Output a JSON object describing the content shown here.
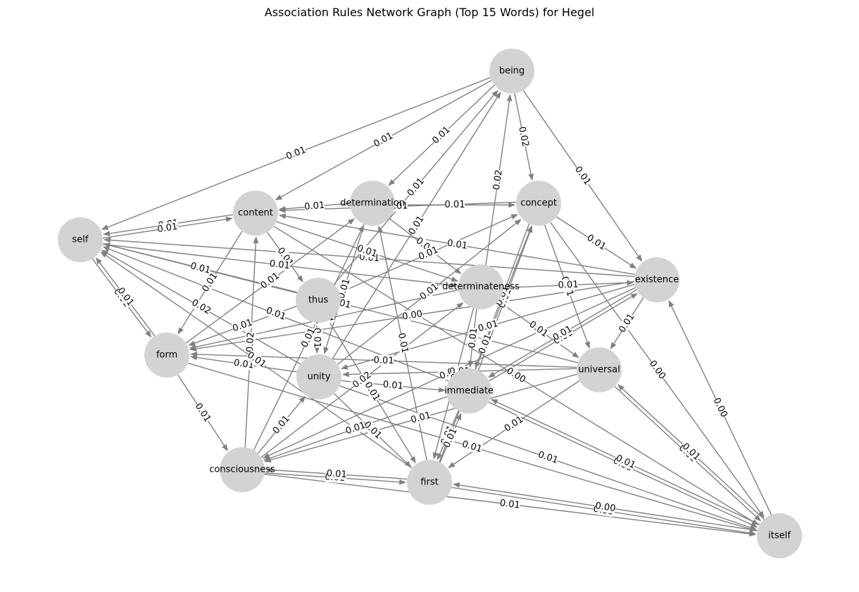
{
  "title": "Association Rules Network Graph (Top 15 Words) for Hegel",
  "colors": {
    "node": "#d3d3d3",
    "edge": "#808080",
    "text": "#000000"
  },
  "nodes": [
    {
      "id": "being",
      "label": "being"
    },
    {
      "id": "content",
      "label": "content"
    },
    {
      "id": "determination",
      "label": "determination"
    },
    {
      "id": "concept",
      "label": "concept"
    },
    {
      "id": "self",
      "label": "self"
    },
    {
      "id": "existence",
      "label": "existence"
    },
    {
      "id": "determinateness",
      "label": "determinateness"
    },
    {
      "id": "thus",
      "label": "thus"
    },
    {
      "id": "form",
      "label": "form"
    },
    {
      "id": "unity",
      "label": "unity"
    },
    {
      "id": "universal",
      "label": "universal"
    },
    {
      "id": "immediate",
      "label": "immediate"
    },
    {
      "id": "consciousness",
      "label": "consciousness"
    },
    {
      "id": "first",
      "label": "first"
    },
    {
      "id": "itself",
      "label": "itself"
    }
  ],
  "edges": [
    {
      "source": "being",
      "target": "self",
      "weight": "0.01"
    },
    {
      "source": "being",
      "target": "content",
      "weight": "0.01"
    },
    {
      "source": "being",
      "target": "determination",
      "weight": "0.01"
    },
    {
      "source": "being",
      "target": "concept",
      "weight": "0.02"
    },
    {
      "source": "being",
      "target": "existence",
      "weight": "0.01"
    },
    {
      "source": "determinateness",
      "target": "being",
      "weight": "0.02"
    },
    {
      "source": "thus",
      "target": "being",
      "weight": "0.01"
    },
    {
      "source": "unity",
      "target": "being",
      "weight": "0.01"
    },
    {
      "source": "itself",
      "target": "existence",
      "weight": "0.00"
    },
    {
      "source": "content",
      "target": "self",
      "weight": "0.01"
    },
    {
      "source": "self",
      "target": "content",
      "weight": "0.01"
    },
    {
      "source": "determination",
      "target": "content",
      "weight": "0.01"
    },
    {
      "source": "determination",
      "target": "concept",
      "weight": "0.01"
    },
    {
      "source": "concept",
      "target": "existence",
      "weight": "0.01"
    },
    {
      "source": "concept",
      "target": "universal",
      "weight": "0.01"
    },
    {
      "source": "self",
      "target": "form",
      "weight": "0.01"
    },
    {
      "source": "form",
      "target": "self",
      "weight": "0.01"
    },
    {
      "source": "unity",
      "target": "self",
      "weight": "0.02"
    },
    {
      "source": "immediate",
      "target": "self",
      "weight": "0.01"
    },
    {
      "source": "existence",
      "target": "self",
      "weight": "0.01"
    },
    {
      "source": "form",
      "target": "consciousness",
      "weight": "0.01"
    },
    {
      "source": "consciousness",
      "target": "first",
      "weight": "0.01"
    },
    {
      "source": "first",
      "target": "consciousness",
      "weight": "0.01"
    },
    {
      "source": "first",
      "target": "itself",
      "weight": "0.00"
    },
    {
      "source": "itself",
      "target": "first",
      "weight": "0.00"
    },
    {
      "source": "universal",
      "target": "itself",
      "weight": "0.00"
    },
    {
      "source": "itself",
      "target": "universal",
      "weight": "0.01"
    },
    {
      "source": "existence",
      "target": "universal",
      "weight": "0.01"
    },
    {
      "source": "concept",
      "target": "itself",
      "weight": "0.00"
    },
    {
      "source": "unity",
      "target": "itself",
      "weight": "0.01"
    },
    {
      "source": "form",
      "target": "itself",
      "weight": "0.01"
    },
    {
      "source": "content",
      "target": "itself",
      "weight": "0.00"
    },
    {
      "source": "immediate",
      "target": "existence",
      "weight": "0.01"
    },
    {
      "source": "unity",
      "target": "immediate",
      "weight": "0.01"
    },
    {
      "source": "thus",
      "target": "unity",
      "weight": "0.01"
    },
    {
      "source": "content",
      "target": "thus",
      "weight": "0.01"
    },
    {
      "source": "determination",
      "target": "determinateness",
      "weight": "0.01"
    },
    {
      "source": "consciousness",
      "target": "content",
      "weight": "0.02"
    },
    {
      "source": "consciousness",
      "target": "determination",
      "weight": "0.01"
    },
    {
      "source": "form",
      "target": "determination",
      "weight": "0.01"
    },
    {
      "source": "content",
      "target": "form",
      "weight": "0.01"
    },
    {
      "source": "thus",
      "target": "form",
      "weight": "0.01"
    },
    {
      "source": "unity",
      "target": "form",
      "weight": "0.01"
    },
    {
      "source": "universal",
      "target": "form",
      "weight": "0.01"
    },
    {
      "source": "immediate",
      "target": "first",
      "weight": "0.01"
    },
    {
      "source": "first",
      "target": "immediate",
      "weight": "0.01"
    },
    {
      "source": "unity",
      "target": "first",
      "weight": "0.01"
    },
    {
      "source": "thus",
      "target": "first",
      "weight": "0.01"
    },
    {
      "source": "universal",
      "target": "first",
      "weight": "0.01"
    },
    {
      "source": "determinateness",
      "target": "universal",
      "weight": "0.01"
    },
    {
      "source": "determinateness",
      "target": "existence",
      "weight": "0.01"
    },
    {
      "source": "content",
      "target": "determinateness",
      "weight": "0.01"
    },
    {
      "source": "self",
      "target": "determinateness",
      "weight": "0.01"
    },
    {
      "source": "thus",
      "target": "concept",
      "weight": "0.01"
    },
    {
      "source": "unity",
      "target": "concept",
      "weight": "0.01"
    },
    {
      "source": "immediate",
      "target": "concept",
      "weight": "0.01"
    },
    {
      "source": "consciousness",
      "target": "determinateness",
      "weight": "0.02"
    },
    {
      "source": "existence",
      "target": "consciousness",
      "weight": "0.01"
    },
    {
      "source": "universal",
      "target": "consciousness",
      "weight": "0.01"
    },
    {
      "source": "immediate",
      "target": "consciousness",
      "weight": "0.01"
    },
    {
      "source": "existence",
      "target": "form",
      "weight": "0.00"
    },
    {
      "source": "existence",
      "target": "unity",
      "weight": "0.01"
    },
    {
      "source": "universal",
      "target": "unity",
      "weight": "0.01"
    },
    {
      "source": "determination",
      "target": "unity",
      "weight": "0.01"
    },
    {
      "source": "determinateness",
      "target": "first",
      "weight": "0.02"
    },
    {
      "source": "immediate",
      "target": "itself",
      "weight": "0.00"
    },
    {
      "source": "consciousness",
      "target": "itself",
      "weight": "0.01"
    },
    {
      "source": "determinateness",
      "target": "form",
      "weight": "0.01"
    },
    {
      "source": "existence",
      "target": "immediate",
      "weight": "0.01"
    },
    {
      "source": "concept",
      "target": "immediate",
      "weight": "0.01"
    },
    {
      "source": "thus",
      "target": "self",
      "weight": "0.01"
    },
    {
      "source": "universal",
      "target": "self",
      "weight": "0.01"
    },
    {
      "source": "first",
      "target": "self",
      "weight": "0.01"
    },
    {
      "source": "concept",
      "target": "content",
      "weight": "0.01"
    },
    {
      "source": "existence",
      "target": "content",
      "weight": "0.01"
    },
    {
      "source": "consciousness",
      "target": "unity",
      "weight": "0.01"
    },
    {
      "source": "first",
      "target": "determination",
      "weight": "0.01"
    },
    {
      "source": "first",
      "target": "concept",
      "weight": "0.01"
    },
    {
      "source": "itself",
      "target": "immediate",
      "weight": "0.01"
    },
    {
      "source": "determinateness",
      "target": "immediate",
      "weight": "0.01"
    }
  ]
}
